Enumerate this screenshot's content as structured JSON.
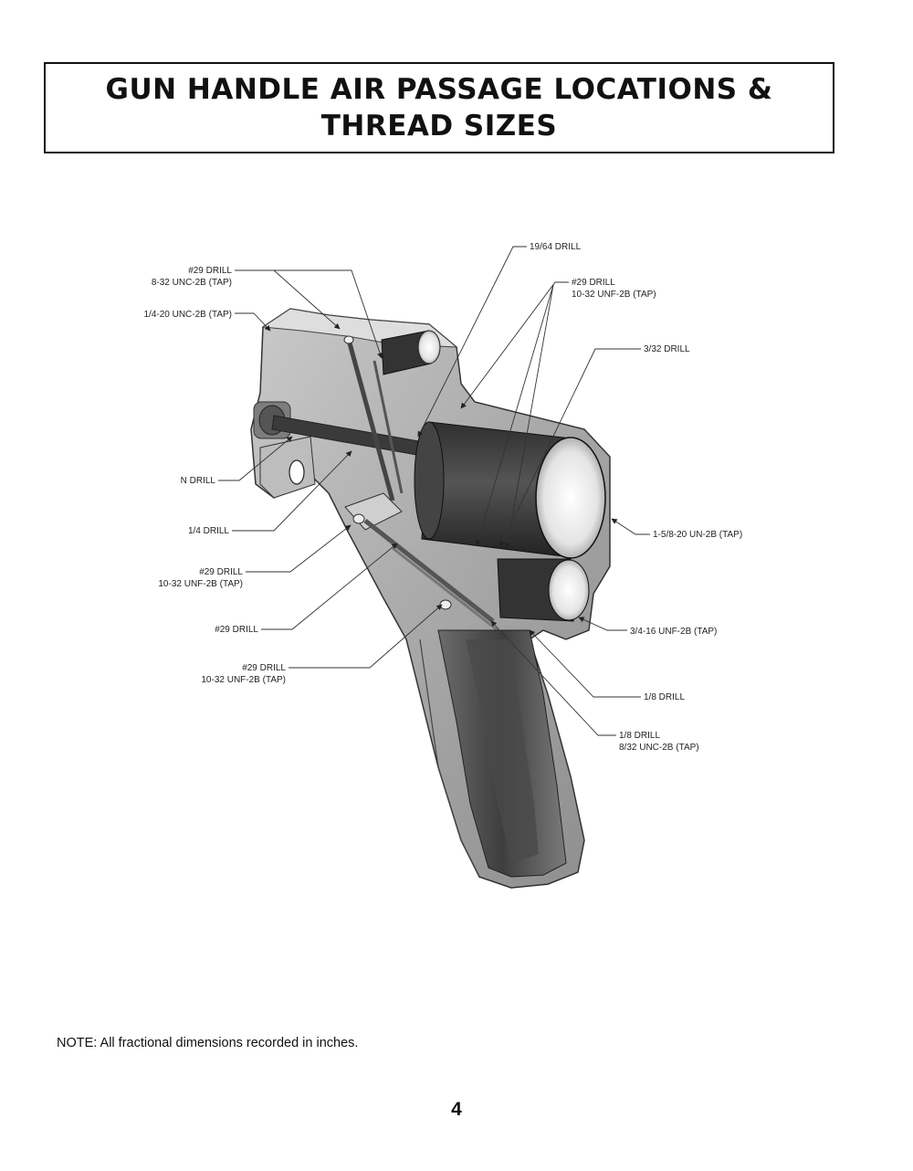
{
  "title": {
    "line1": "GUN HANDLE AIR PASSAGE LOCATIONS &",
    "line2": "THREAD SIZES"
  },
  "labels": {
    "drill_29_8_32": "#29 DRILL",
    "tap_8_32": "8-32 UNC-2B (TAP)",
    "tap_1_4_20": "1/4-20 UNC-2B (TAP)",
    "n_drill": "N DRILL",
    "quarter_drill": "1/4 DRILL",
    "drill_29_left_mid": "#29 DRILL",
    "tap_10_32_left_mid": "10-32 UNF-2B (TAP)",
    "drill_29_left_low": "#29 DRILL",
    "drill_29_left_bottom": "#29 DRILL",
    "tap_10_32_left_bottom": "10-32 UNF-2B (TAP)",
    "drill_19_64": "19/64 DRILL",
    "drill_29_right_top": "#29 DRILL",
    "tap_10_32_right_top": "10-32 UNF-2B (TAP)",
    "drill_3_32": "3/32 DRILL",
    "tap_1_5_8_20": "1-5/8-20 UN-2B (TAP)",
    "tap_3_4_16": "3/4-16 UNF-2B (TAP)",
    "drill_1_8": "1/8 DRILL",
    "drill_1_8_low": "1/8 DRILL",
    "tap_8_32_low": "8/32 UNC-2B (TAP)"
  },
  "note": "NOTE:  All fractional dimensions recorded in inches.",
  "page_number": "4"
}
